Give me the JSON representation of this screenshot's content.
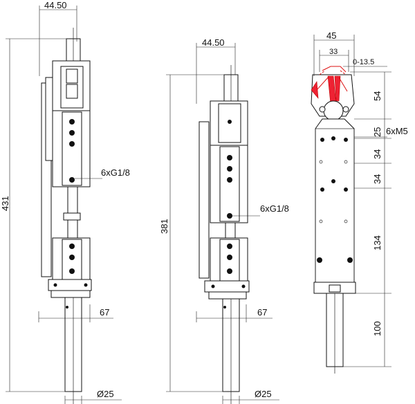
{
  "views": {
    "left": {
      "width_top": "44.50",
      "height_total": "431",
      "port_label": "6xG1/8",
      "base_width": "67",
      "rod_diameter": "Ø25"
    },
    "middle": {
      "width_top": "44.50",
      "height_total": "381",
      "port_label": "6xG1/8",
      "base_width": "67",
      "rod_diameter": "Ø25"
    },
    "right": {
      "width_outer": "45",
      "width_inner": "33",
      "stroke_range": "0-13.5",
      "thread_label": "6xM5",
      "dims_vertical": [
        "54",
        "25",
        "34",
        "34",
        "134",
        "100"
      ]
    }
  },
  "colors": {
    "line": "#111111",
    "accent": "#dd1111"
  }
}
